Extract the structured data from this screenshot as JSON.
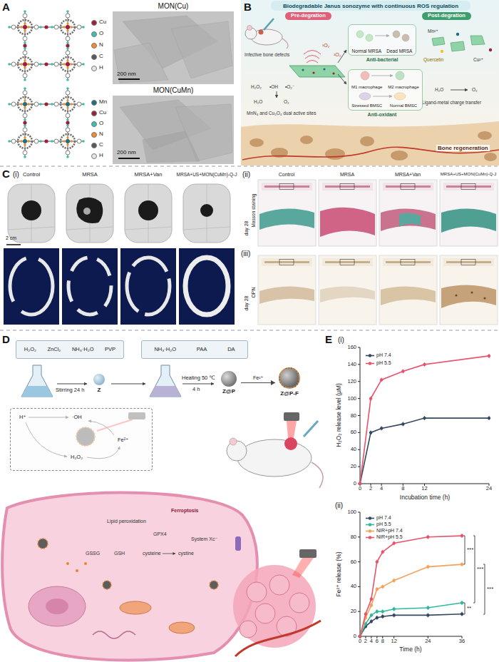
{
  "diagram": {
    "nodes": [
      {
        "text": [
          "Pre-degration"
        ]
      },
      {
        "text": [
          "Post-degration"
        ]
      },
      {
        "text": [
          "Normal MRSA",
          "Dead MRSA"
        ]
      },
      {
        "text": [
          "M1 macrophage",
          "M2 macrophage",
          "Stressed BMSC",
          "Normal BMSC"
        ]
      },
      {
        "text": [
          "H₂O₂",
          "ZnCl₂",
          "NH₃·H₂O",
          "PVP"
        ]
      },
      {
        "text": [
          "NH₃·H₂O",
          "PAA",
          "DA"
        ]
      },
      {
        "text": [
          "Z"
        ]
      },
      {
        "text": [
          "Z@P"
        ]
      },
      {
        "text": [
          "Z@P-F"
        ]
      },
      {
        "text": [
          "H⁺",
          "·OH",
          "Fe²⁺",
          "H₂O₂"
        ]
      }
    ],
    "edges": [
      {
        "from": 7,
        "to": 8,
        "arrow": "to",
        "label": "Fe²⁺"
      }
    ],
    "labels": [
      "A",
      "MON(Cu)",
      "200 nm",
      "MON(CuMn)",
      "200 nm",
      "B",
      "Biodegradable Janus sonozyme with continuous ROS regulation",
      "Infective bone defects",
      "¹O₂",
      "¹O₂",
      "Anti-bacterial",
      "Mn²⁺",
      "Quercetin",
      "Cu²⁺",
      "MnN₄ and Cu₂O₄ dual active sites",
      "H₂O₂",
      "•OH",
      "•O₂⁻",
      "H₂O",
      "O₂",
      "Anti-oxidant",
      "Ligand-metal charge transfer",
      "H₂O",
      "O₂",
      "Bone regeneration",
      "C",
      "(i)",
      "Control",
      "MRSA",
      "MRSA+Van",
      "MRSA+US+MON(CuMn)-Q-J",
      "2 cm",
      "(ii)",
      "Control",
      "MRSA",
      "MRSA+Van",
      "MRSA+US+MON(CuMn)-Q-J",
      "day 28",
      "Masson staining",
      "(iii)",
      "day 28",
      "OPN",
      "D",
      "Stirring 24 h",
      "Heating 50 ℃",
      "4 h",
      "Ferroptosis",
      "Lipid peroxidation",
      "GPX4",
      "System Xc⁻",
      "GSSG",
      "GSH",
      "cysteine",
      "cystine",
      "E",
      "(i)",
      "H₂O₂ release level (μM)",
      "0",
      "20",
      "40",
      "60",
      "80",
      "100",
      "120",
      "140",
      "160",
      "0",
      "2",
      "4",
      "8",
      "12",
      "24",
      "Incubation time (h)",
      "(ii)",
      "Fe²⁺ release (%)",
      "0",
      "20",
      "40",
      "60",
      "80",
      "100",
      "0",
      "2",
      "4",
      "6",
      "8",
      "12",
      "24",
      "36",
      "Time (h)",
      "***",
      "***",
      "***",
      "**"
    ],
    "legend": [
      {
        "text": "Cu",
        "color": "#9c1f3c"
      },
      {
        "text": "O",
        "color": "#3dbfae"
      },
      {
        "text": "N",
        "color": "#f28c2e"
      },
      {
        "text": "C",
        "color": "#5a5a5a"
      },
      {
        "text": "H",
        "color": "#e6e6e6"
      },
      {
        "text": "Mn",
        "color": "#1f6f82"
      },
      {
        "text": "Cu",
        "color": "#9c1f3c"
      },
      {
        "text": "O",
        "color": "#3dbfae"
      },
      {
        "text": "N",
        "color": "#f28c2e"
      },
      {
        "text": "C",
        "color": "#5a5a5a"
      },
      {
        "text": "H",
        "color": "#e6e6e6"
      },
      {
        "text": "pH 7.4"
      },
      {
        "text": "pH 5.5"
      },
      {
        "text": "pH 7.4"
      },
      {
        "text": "pH 5.5"
      },
      {
        "text": "NIR+pH 7.4"
      },
      {
        "text": "NIR+pH 5.5"
      }
    ]
  }
}
